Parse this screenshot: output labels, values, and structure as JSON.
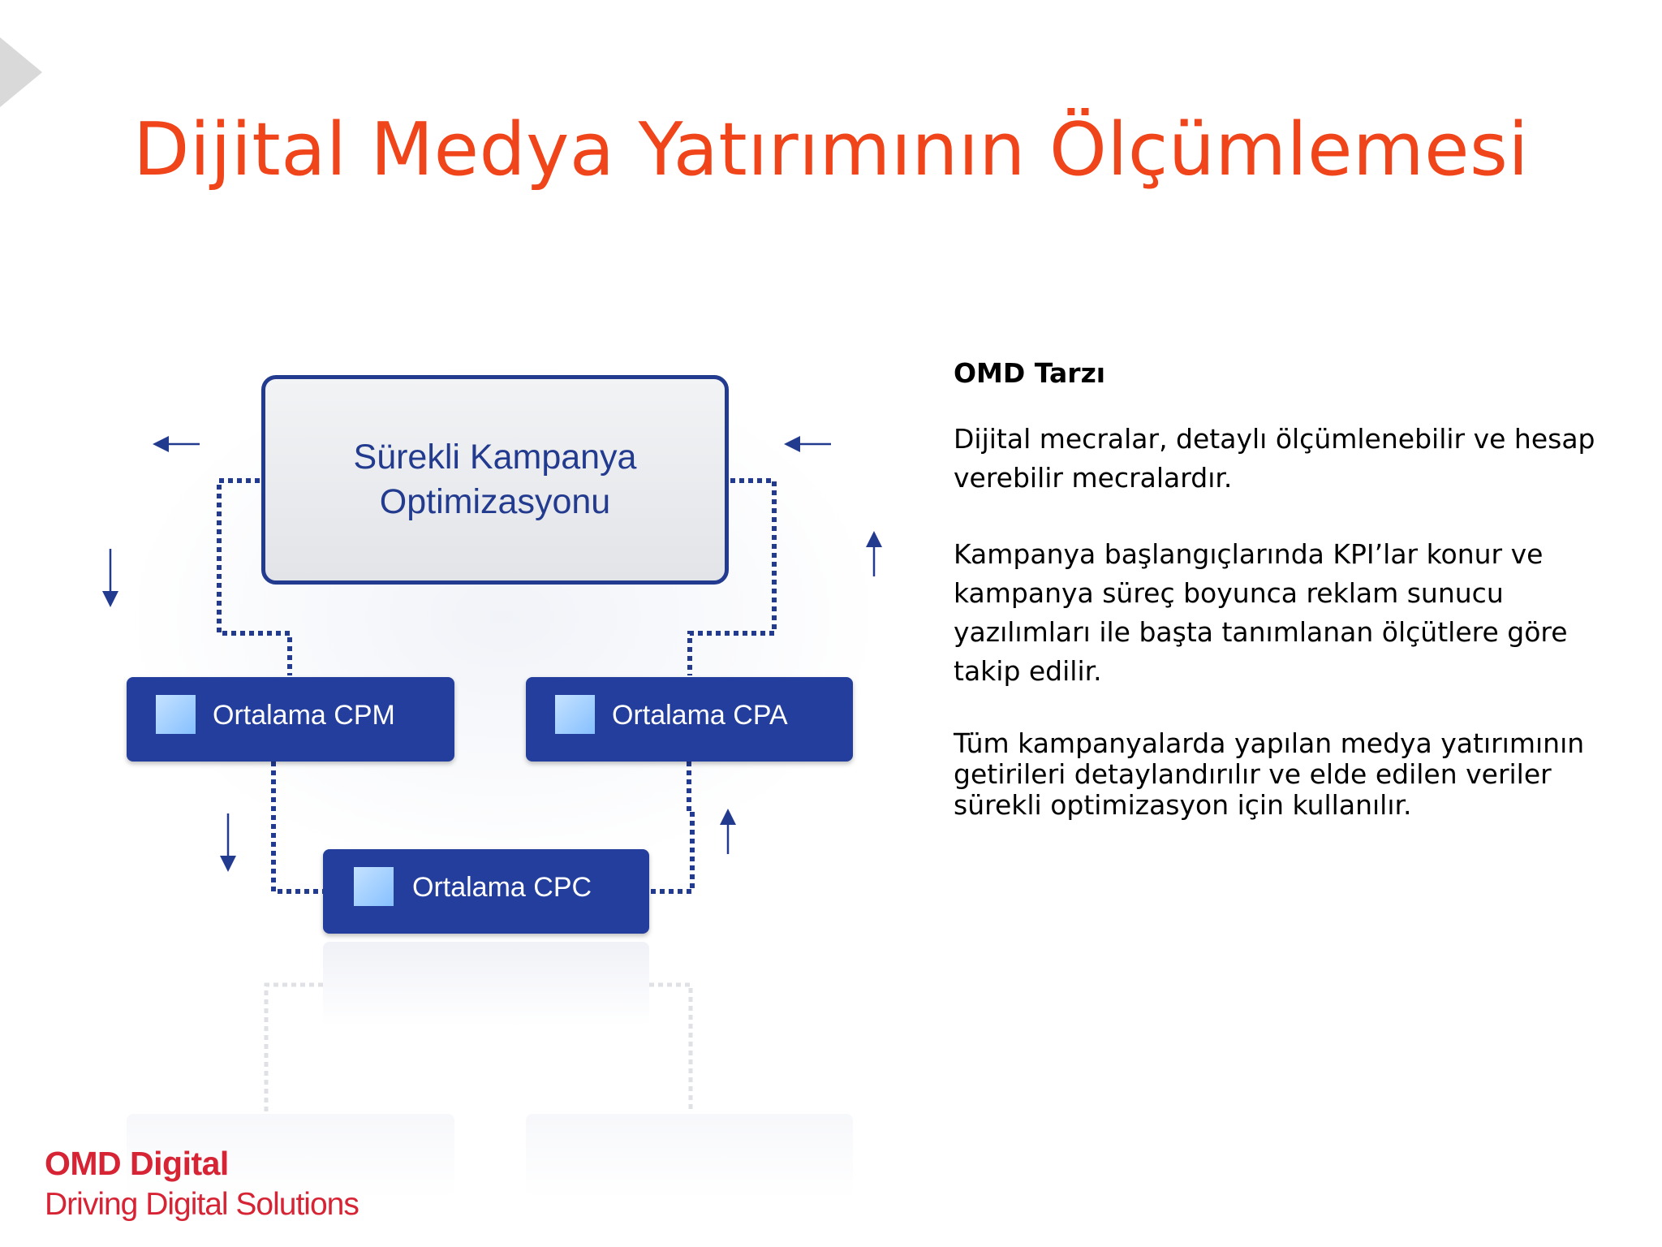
{
  "slide": {
    "title": "Dijital Medya Yatırımının Ölçümlemesi"
  },
  "diagram": {
    "main_box": "Sürekli Kampanya Optimizasyonu",
    "cpm": "Ortalama CPM",
    "cpa": "Ortalama CPA",
    "cpc": "Ortalama CPC",
    "colors": {
      "box": "#233e9c",
      "line": "#233b8f",
      "icon": "#9ccbff"
    }
  },
  "text_panel": {
    "heading": "OMD Tarzı",
    "paragraphs": [
      "Dijital mecralar, detaylı ölçümlenebilir ve hesap verebilir mecralardır.",
      "Kampanya başlangıçlarında KPI’lar konur ve kampanya süreç boyunca reklam sunucu yazılımları ile başta tanımlanan ölçütlere göre takip edilir.",
      "Tüm kampanyalarda yapılan medya yatırımının getirileri detaylandırılır ve elde edilen veriler sürekli optimizasyon için kullanılır."
    ]
  },
  "footer": {
    "brand": "OMD Digital",
    "tagline": "Driving Digital Solutions"
  }
}
